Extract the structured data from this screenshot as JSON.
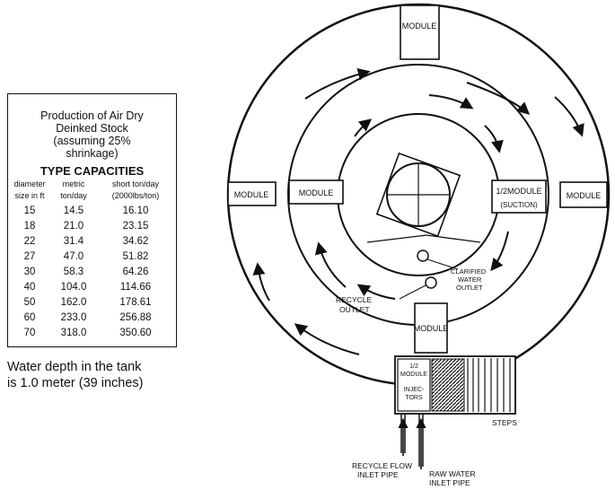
{
  "table": {
    "title_lines": [
      "Production of Air Dry",
      "Deinked Stock",
      "(assuming 25%",
      "shrinkage)"
    ],
    "heading": "TYPE CAPACITIES",
    "columns": [
      {
        "line1": "diameter",
        "line2": "size in ft"
      },
      {
        "line1": "metric",
        "line2": "ton/day"
      },
      {
        "line1": "short ton/day",
        "line2": "(2000lbs/ton)"
      }
    ],
    "rows": [
      [
        "15",
        "14.5",
        "16.10"
      ],
      [
        "18",
        "21.0",
        "23.15"
      ],
      [
        "22",
        "31.4",
        "34.62"
      ],
      [
        "27",
        "47.0",
        "51.82"
      ],
      [
        "30",
        "58.3",
        "64.26"
      ],
      [
        "40",
        "104.0",
        "114.66"
      ],
      [
        "50",
        "162.0",
        "178.61"
      ],
      [
        "60",
        "233.0",
        "256.88"
      ],
      [
        "70",
        "318.0",
        "350.60"
      ]
    ]
  },
  "note_lines": [
    "Water depth in the tank",
    "is 1.0 meter (39 inches)"
  ],
  "diagram": {
    "module": "MODULE",
    "half_module": "1/2MODULE",
    "suction": "(SUCTION)",
    "clarified": [
      "CLARIFIED",
      "WATER",
      "OUTLET"
    ],
    "recycle_outlet": [
      "RECYCLE",
      "OUTLET"
    ],
    "box_half": [
      "1/2",
      "MODULE"
    ],
    "injectors": [
      "INJEC-",
      "TORS"
    ],
    "steps": "STEPS",
    "recycle_inlet": [
      "RECYCLE FLOW",
      "INLET PIPE"
    ],
    "raw_inlet": [
      "RAW WATER",
      "INLET PIPE"
    ]
  }
}
